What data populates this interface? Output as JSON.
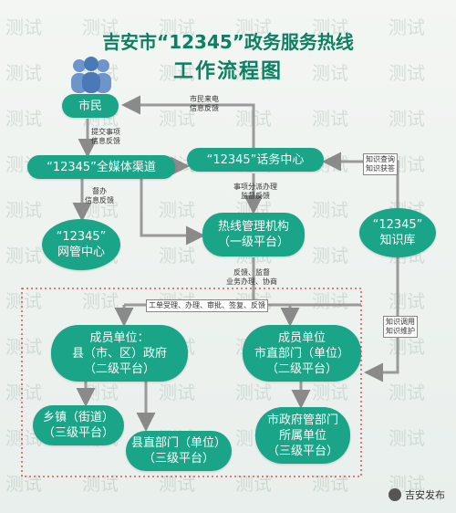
{
  "header": {
    "title_line1": "吉安市“12345”政务服务热线",
    "title_line2": "工作流程图"
  },
  "nodes": {
    "citizen": "市民",
    "media": "“12345”全媒体渠道",
    "network": [
      "“12345”",
      "网管中心"
    ],
    "call_center": "“12345”话务中心",
    "hotline": [
      "热线管理机构",
      "（一级平台）"
    ],
    "knowledge": [
      "“12345”",
      "知识库"
    ],
    "county": [
      "成员单位：",
      "县（市、区）政府",
      "（二级平台）"
    ],
    "city_dept": [
      "成员单位",
      "市直部门（单位）",
      "（二级平台）"
    ],
    "township": [
      "乡镇（街道）",
      "（三级平台）"
    ],
    "county_dept": [
      "县直部门（单位）",
      "（三级平台）"
    ],
    "city_enterprise": [
      "市政府管部门",
      "所属单位",
      "（三级平台）"
    ]
  },
  "labels": {
    "feedback_citizen": "市民来电\n信息反馈",
    "submit": "提交事项\n信息反馈",
    "supervise": "督办\n信息反馈",
    "dispatch": "事项分派办理\n监督反馈",
    "supervise2": "反馈、监督\n业务办理、协商",
    "row_flow": "工单受理、办理、审批、签复、反馈",
    "knowledge_query": "知识查询\n知识获答",
    "knowledge_maint": "知识调用\n知识维护"
  },
  "footer": {
    "account": "吉安发布"
  },
  "watermark": "测试"
}
